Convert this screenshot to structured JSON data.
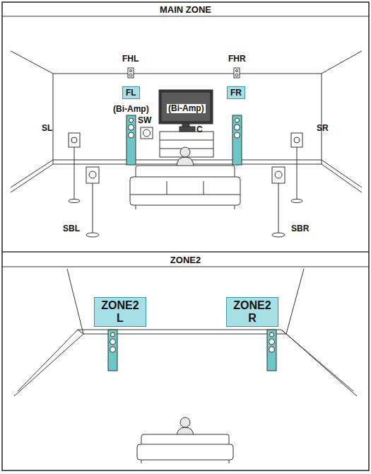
{
  "diagram": {
    "nodes": [
      {
        "text": [
          "MAIN ZONE"
        ]
      },
      {
        "text": [
          "FL"
        ]
      },
      {
        "text": [
          "FR"
        ]
      },
      {
        "text": [
          "ZONE2"
        ]
      },
      {
        "text": [
          "ZONE2 L"
        ]
      },
      {
        "text": [
          "ZONE2 R"
        ]
      }
    ],
    "labels": [
      "FHL",
      "FHR",
      "(Bi-Amp)",
      "(Bi-Amp)",
      "SW",
      "C",
      "SL",
      "SR",
      "SBL",
      "SBR"
    ]
  }
}
